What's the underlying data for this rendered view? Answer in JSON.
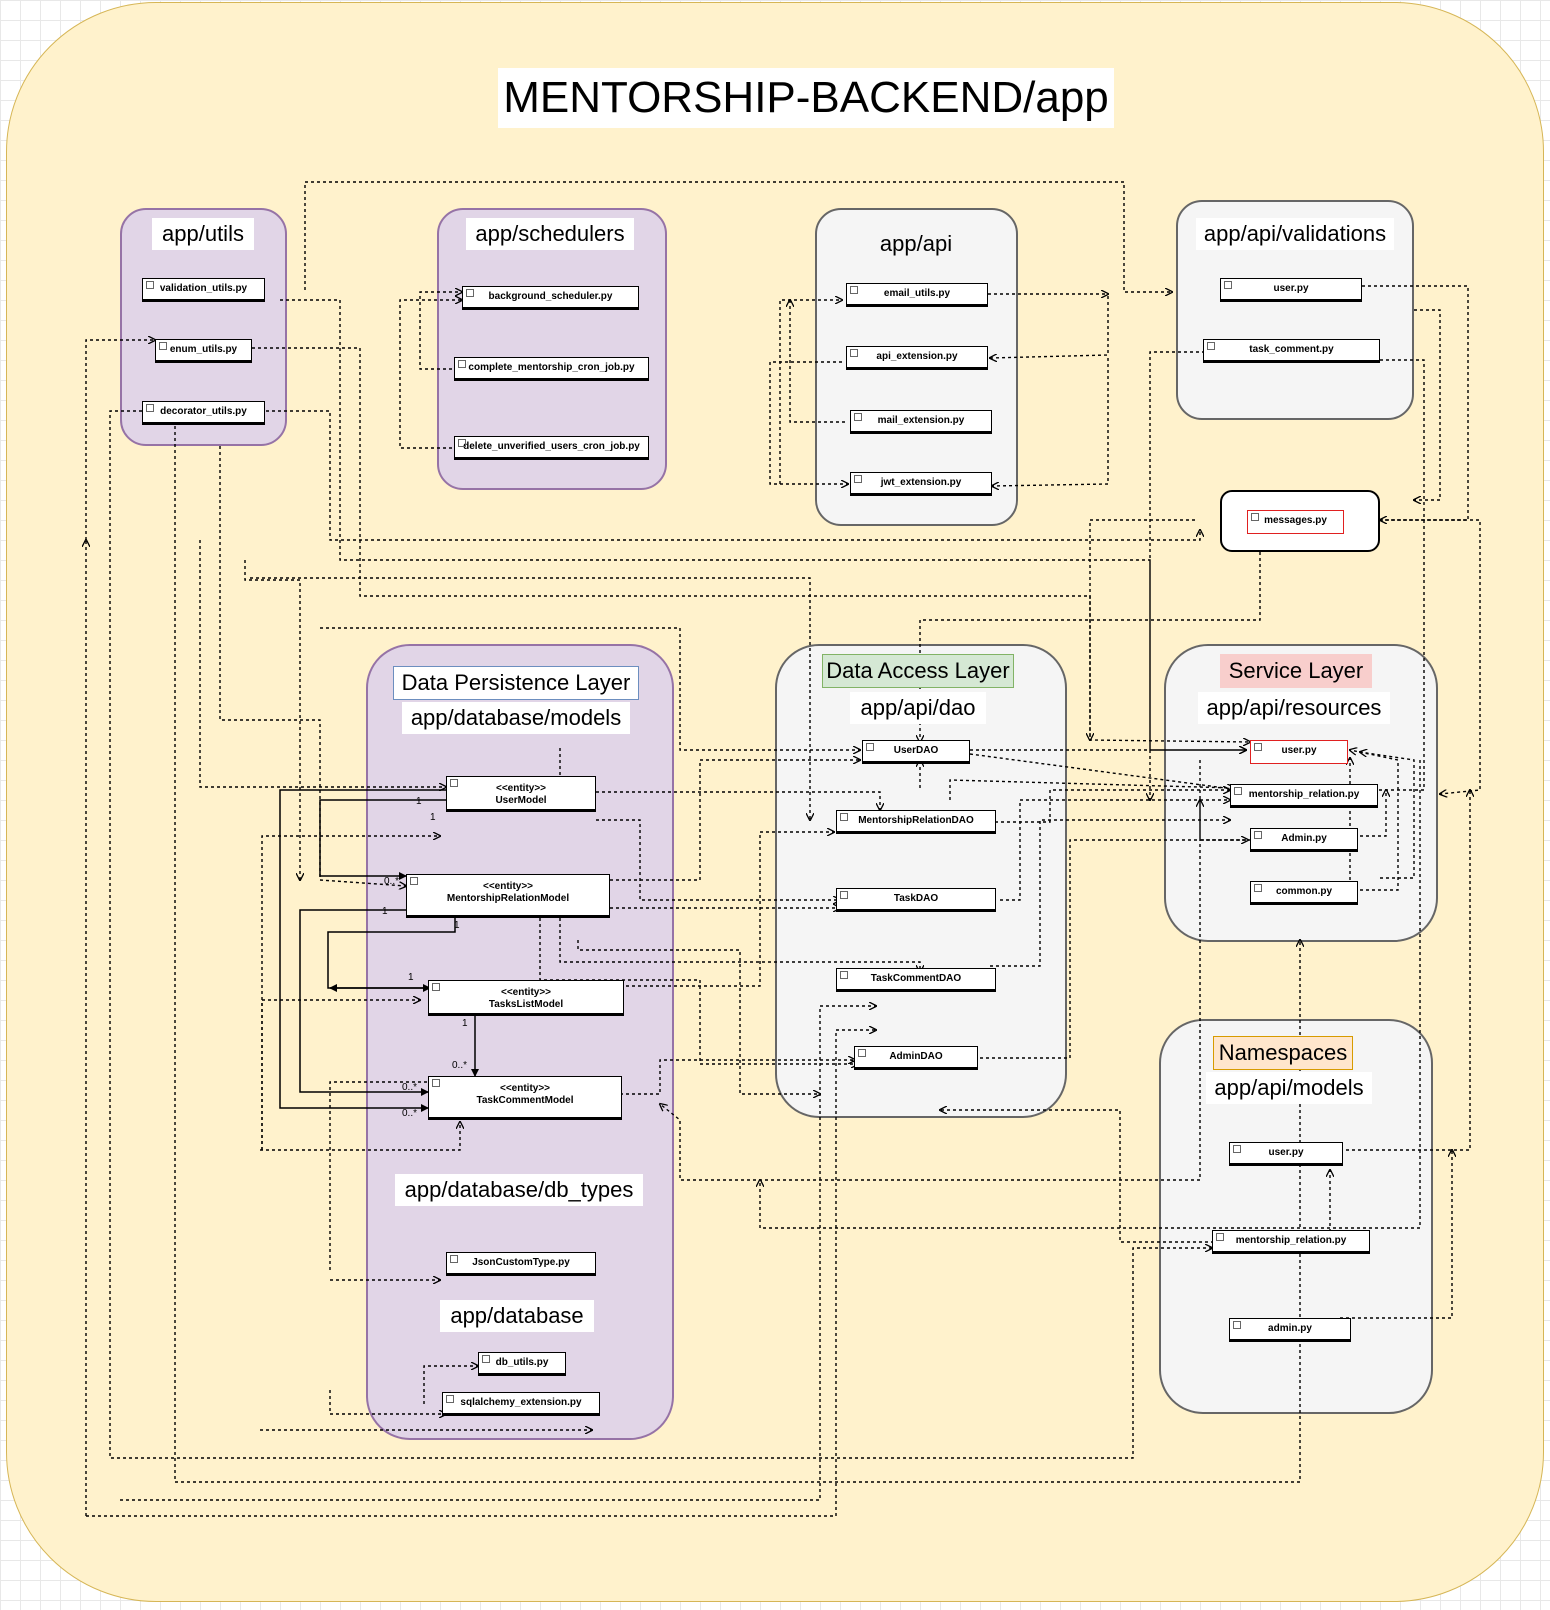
{
  "title": "MENTORSHIP-BACKEND/app",
  "packages": {
    "utils": {
      "label": "app/utils",
      "files": [
        "validation_utils.py",
        "enum_utils.py",
        "decorator_utils.py"
      ]
    },
    "schedulers": {
      "label": "app/schedulers",
      "files": [
        "background_scheduler.py",
        "complete_mentorship_cron_job.py",
        "delete_unverified_users_cron_job.py"
      ]
    },
    "api": {
      "label": "app/api",
      "files": [
        "email_utils.py",
        "api_extension.py",
        "mail_extension.py",
        "jwt_extension.py"
      ]
    },
    "validations": {
      "label": "app/api/validations",
      "files": [
        "user.py",
        "task_comment.py"
      ]
    },
    "messages": {
      "files": [
        "messages.py"
      ]
    },
    "persistence": {
      "layer": "Data Persistence Layer",
      "models_label": "app/database/models",
      "entities": [
        {
          "stereotype": "<<entity>>",
          "name": "UserModel"
        },
        {
          "stereotype": "<<entity>>",
          "name": "MentorshipRelationModel"
        },
        {
          "stereotype": "<<entity>>",
          "name": "TasksListModel"
        },
        {
          "stereotype": "<<entity>>",
          "name": "TaskCommentModel"
        }
      ],
      "db_types_label": "app/database/db_types",
      "db_types_files": [
        "JsonCustomType.py"
      ],
      "database_label": "app/database",
      "database_files": [
        "db_utils.py",
        "sqlalchemy_extension.py"
      ],
      "multiplicities": [
        "1",
        "1",
        "0..*",
        "1",
        "1",
        "1",
        "1",
        "0..*",
        "0..*",
        "0..*"
      ]
    },
    "dao": {
      "layer": "Data Access Layer",
      "label": "app/api/dao",
      "files": [
        "UserDAO",
        "MentorshipRelationDAO",
        "TaskDAO",
        "TaskCommentDAO",
        "AdminDAO"
      ]
    },
    "service": {
      "layer": "Service Layer",
      "label": "app/api/resources",
      "files": [
        "user.py",
        "mentorship_relation.py",
        "Admin.py",
        "common.py"
      ]
    },
    "namespaces": {
      "layer": "Namespaces",
      "label": "app/api/models",
      "files": [
        "user.py",
        "mentorship_relation.py",
        "admin.py"
      ]
    }
  },
  "colors": {
    "background": "#fff2cc",
    "purple_pkg": "#e1d5e7",
    "gray_pkg": "#f5f5f5",
    "persistence_accent": "#6c8ebf",
    "dao_accent": "#82b366",
    "service_accent": "#f8cecc",
    "namespaces_accent": "#d79b00",
    "highlight_file": "#e02020"
  }
}
